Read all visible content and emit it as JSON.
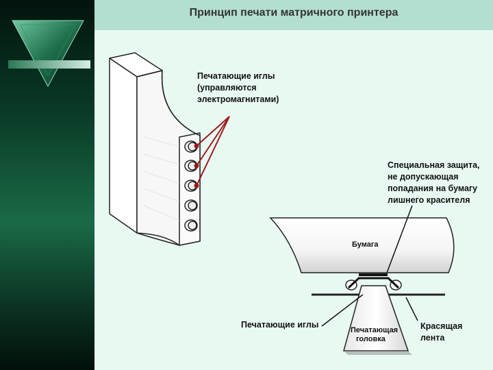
{
  "title": "Принцип печати матричного принтера",
  "labels": {
    "needles_top": [
      "Печатающие иглы",
      "(управляются",
      "электромагнитами)"
    ],
    "protection": [
      "Специальная защита,",
      "не допускающая",
      "попадания на бумагу",
      "лишнего красителя"
    ],
    "paper": "Бумага",
    "needles_bottom": "Печатающие иглы",
    "head": [
      "Печатающая",
      "головка"
    ],
    "ribbon": [
      "Красящая",
      "лента"
    ]
  },
  "colors": {
    "header": "#b4dfd0",
    "content": "#e8f9f2",
    "sidebar_green": "#1a6a47",
    "pointer_red": "#9b1b1b"
  },
  "icons": {
    "logo": "green-triangle-logo"
  }
}
